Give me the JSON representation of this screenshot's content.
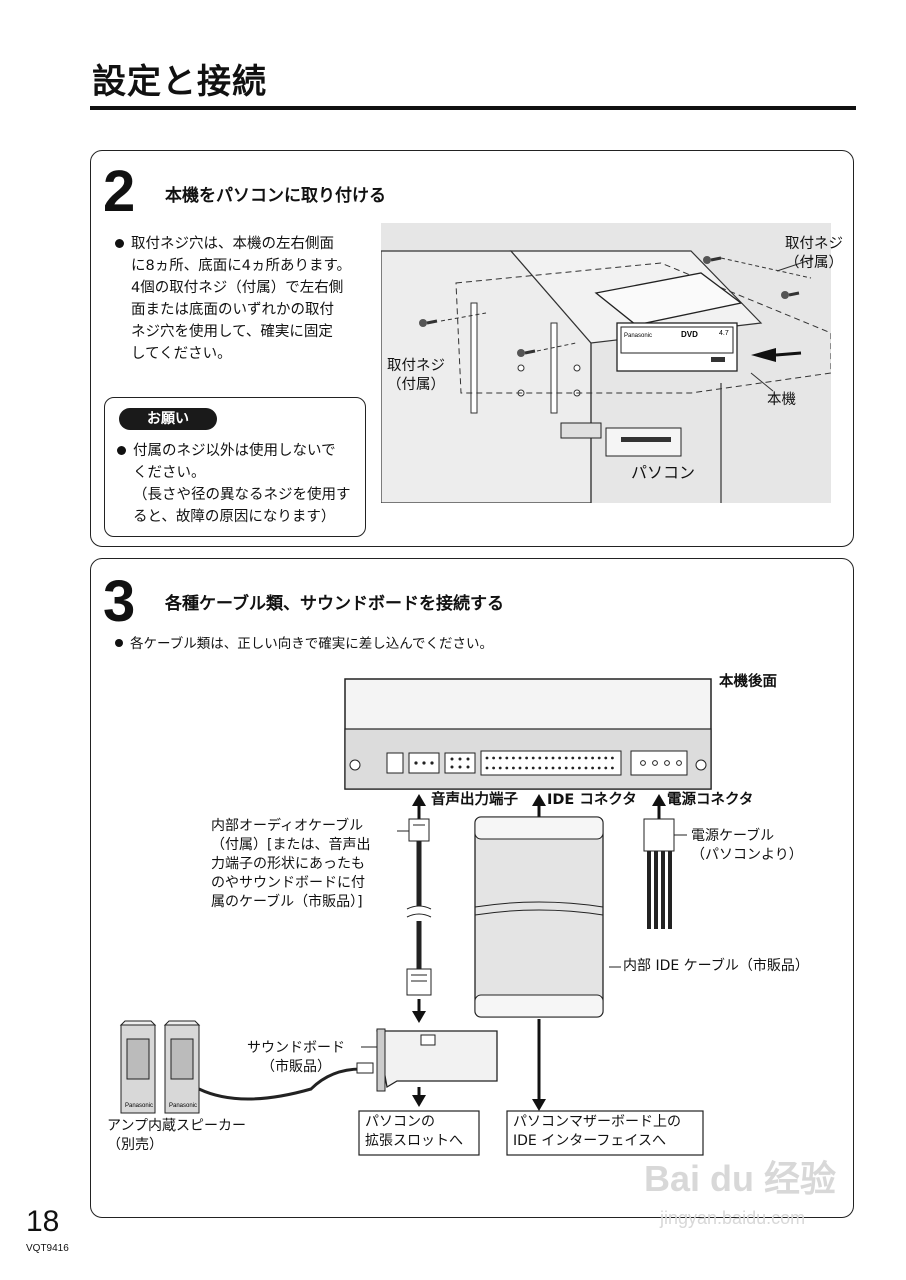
{
  "page": {
    "title": "設定と接続",
    "page_number": "18",
    "doc_code": "VQT9416"
  },
  "step2": {
    "number": "2",
    "heading": "本機をパソコンに取り付ける",
    "bullet_lines": [
      "取付ネジ穴は、本機の左右側面",
      "に8ヵ所、底面に4ヵ所あります。",
      "4個の取付ネジ（付属）で左右側",
      "面または底面のいずれかの取付",
      "ネジ穴を使用して、確実に固定",
      "してください。"
    ],
    "note": {
      "tag": "お願い",
      "lines": [
        "付属のネジ以外は使用しないで",
        "ください。",
        "（長さや径の異なるネジを使用す",
        "ると、故障の原因になります）"
      ]
    },
    "figure": {
      "screw_label_right": [
        "取付ネジ",
        "（付属）"
      ],
      "screw_label_left": [
        "取付ネジ",
        "（付属）"
      ],
      "unit_label": "本機",
      "pc_label": "パソコン",
      "drive_brand": "Panasonic",
      "drive_logo": "DVD",
      "drive_speed": "4.7"
    }
  },
  "step3": {
    "number": "3",
    "heading": "各種ケーブル類、サウンドボードを接続する",
    "bullet": "各ケーブル類は、正しい向きで確実に差し込んでください。",
    "figure": {
      "rear_label": "本機後面",
      "audio_out": "音声出力端子",
      "ide_connector": "IDE コネクタ",
      "power_connector": "電源コネクタ",
      "audio_cable": [
        "内部オーディオケーブル",
        "（付属）[または、音声出",
        "力端子の形状にあったも",
        "のやサウンドボードに付",
        "属のケーブル（市販品）]"
      ],
      "power_cable": [
        "電源ケーブル",
        "（パソコンより）"
      ],
      "ide_cable": "内部 IDE ケーブル（市販品）",
      "sound_board": [
        "サウンドボード",
        "（市販品）"
      ],
      "speakers": [
        "アンプ内蔵スピーカー",
        "（別売）"
      ],
      "speaker_brand": "Panasonic",
      "to_slot": [
        "パソコンの",
        "拡張スロットへ"
      ],
      "to_motherboard": [
        "パソコンマザーボード上の",
        "IDE インターフェイスへ"
      ]
    }
  },
  "watermark": {
    "text": "Bai du 经验",
    "sub": "jingyan.baidu.com"
  }
}
